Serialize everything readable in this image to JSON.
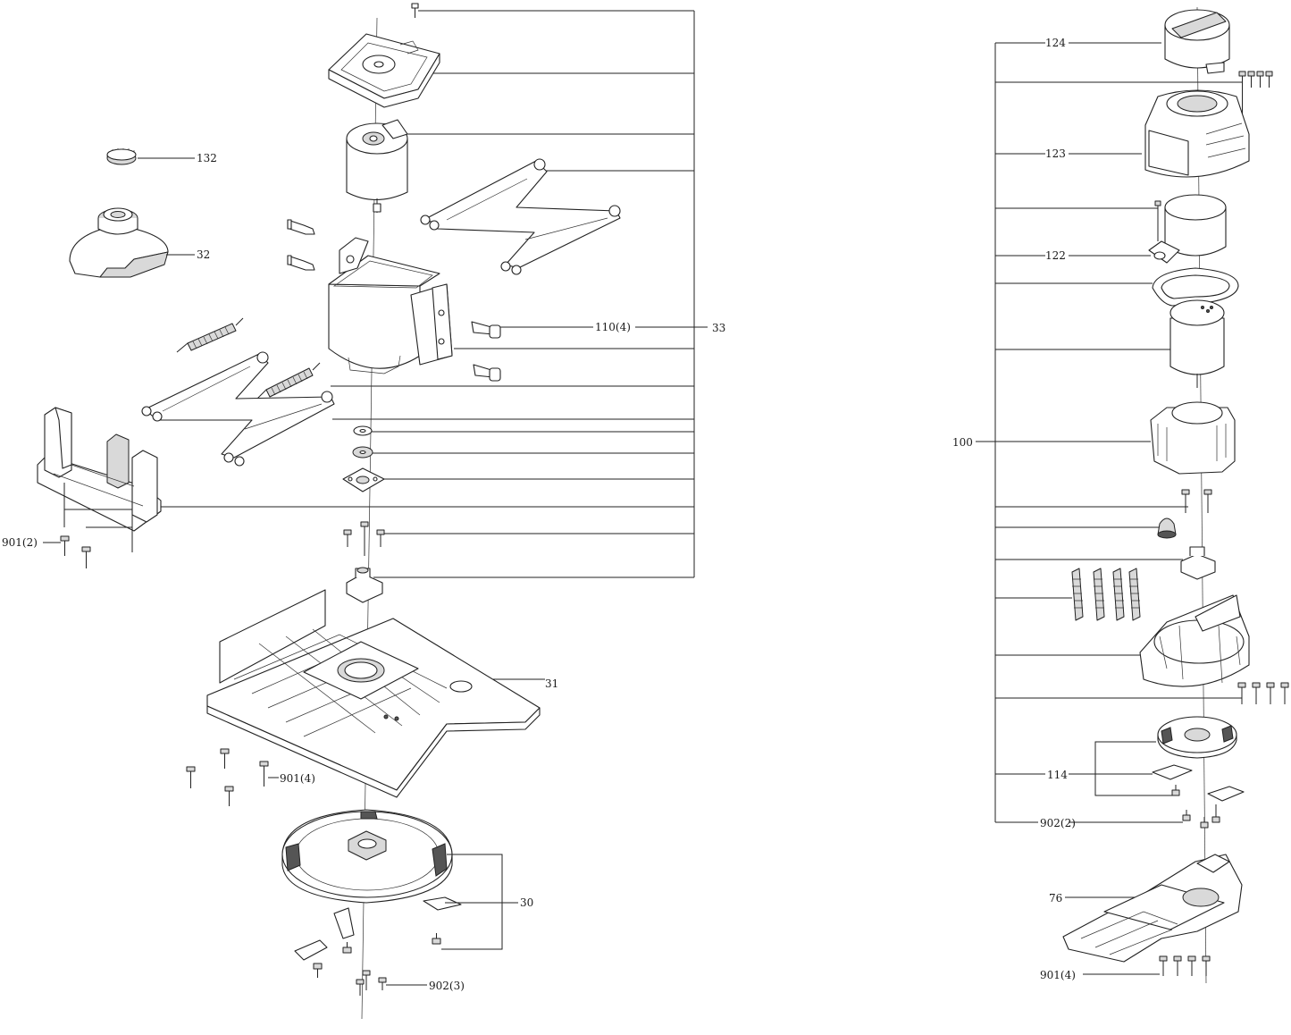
{
  "callouts": {
    "c124": "124",
    "c123": "123",
    "c122": "122",
    "c132": "132",
    "c32": "32",
    "c110": "110(4)",
    "c33": "33",
    "c100": "100",
    "c901_left": "901(2)",
    "c31": "31",
    "c901_mid": "901(4)",
    "c114": "114",
    "c902_right": "902(2)",
    "c76": "76",
    "c30": "30",
    "c901_right": "901(4)",
    "c902_bottom": "902(3)"
  }
}
